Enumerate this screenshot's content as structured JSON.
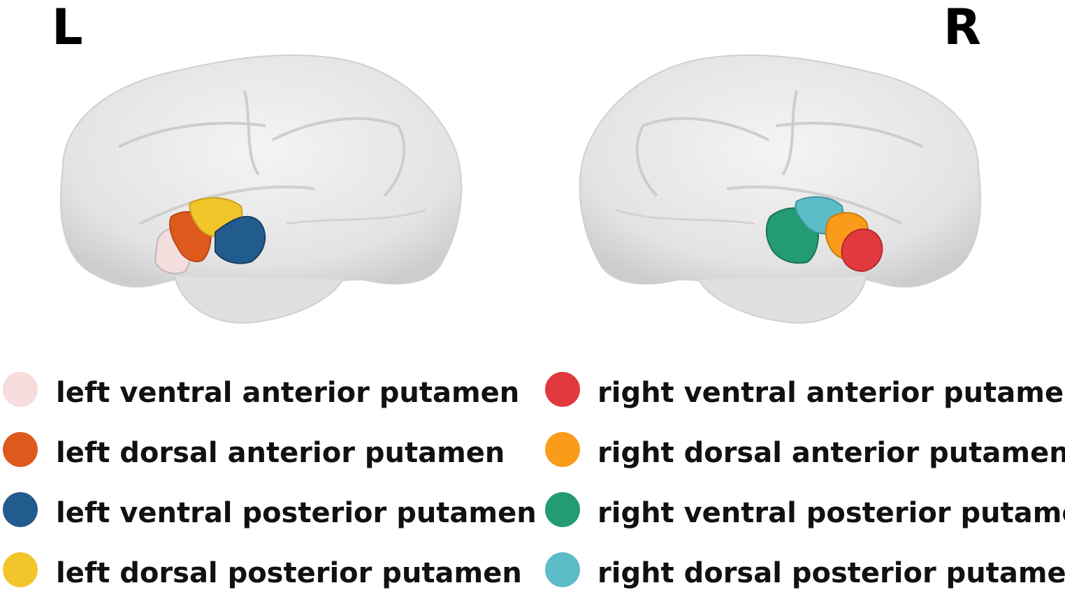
{
  "hemispheres": {
    "left_label": "L",
    "right_label": "R"
  },
  "colors": {
    "brain_fill": "#e4e4e4",
    "brain_shadow": "#cfcfcf",
    "left_ventral_anterior": "#f6dcdc",
    "left_dorsal_anterior": "#dd5a1c",
    "left_ventral_posterior": "#225b8e",
    "left_dorsal_posterior": "#f2c52a",
    "right_ventral_anterior": "#e2393f",
    "right_dorsal_anterior": "#fb9b1a",
    "right_ventral_posterior": "#239b73",
    "right_dorsal_posterior": "#5cbcc8"
  },
  "legend": {
    "left": [
      {
        "label": "left ventral anterior putamen",
        "color": "#f6dcdc"
      },
      {
        "label": "left dorsal anterior putamen",
        "color": "#dd5a1c"
      },
      {
        "label": "left ventral posterior putamen",
        "color": "#225b8e"
      },
      {
        "label": "left dorsal posterior putamen",
        "color": "#f2c52a"
      }
    ],
    "right": [
      {
        "label": "right ventral anterior putamen",
        "color": "#e2393f"
      },
      {
        "label": "right dorsal anterior putamen",
        "color": "#fb9b1a"
      },
      {
        "label": "right ventral posterior putamen",
        "color": "#239b73"
      },
      {
        "label": "right dorsal posterior putamen",
        "color": "#5cbcc8"
      }
    ]
  }
}
